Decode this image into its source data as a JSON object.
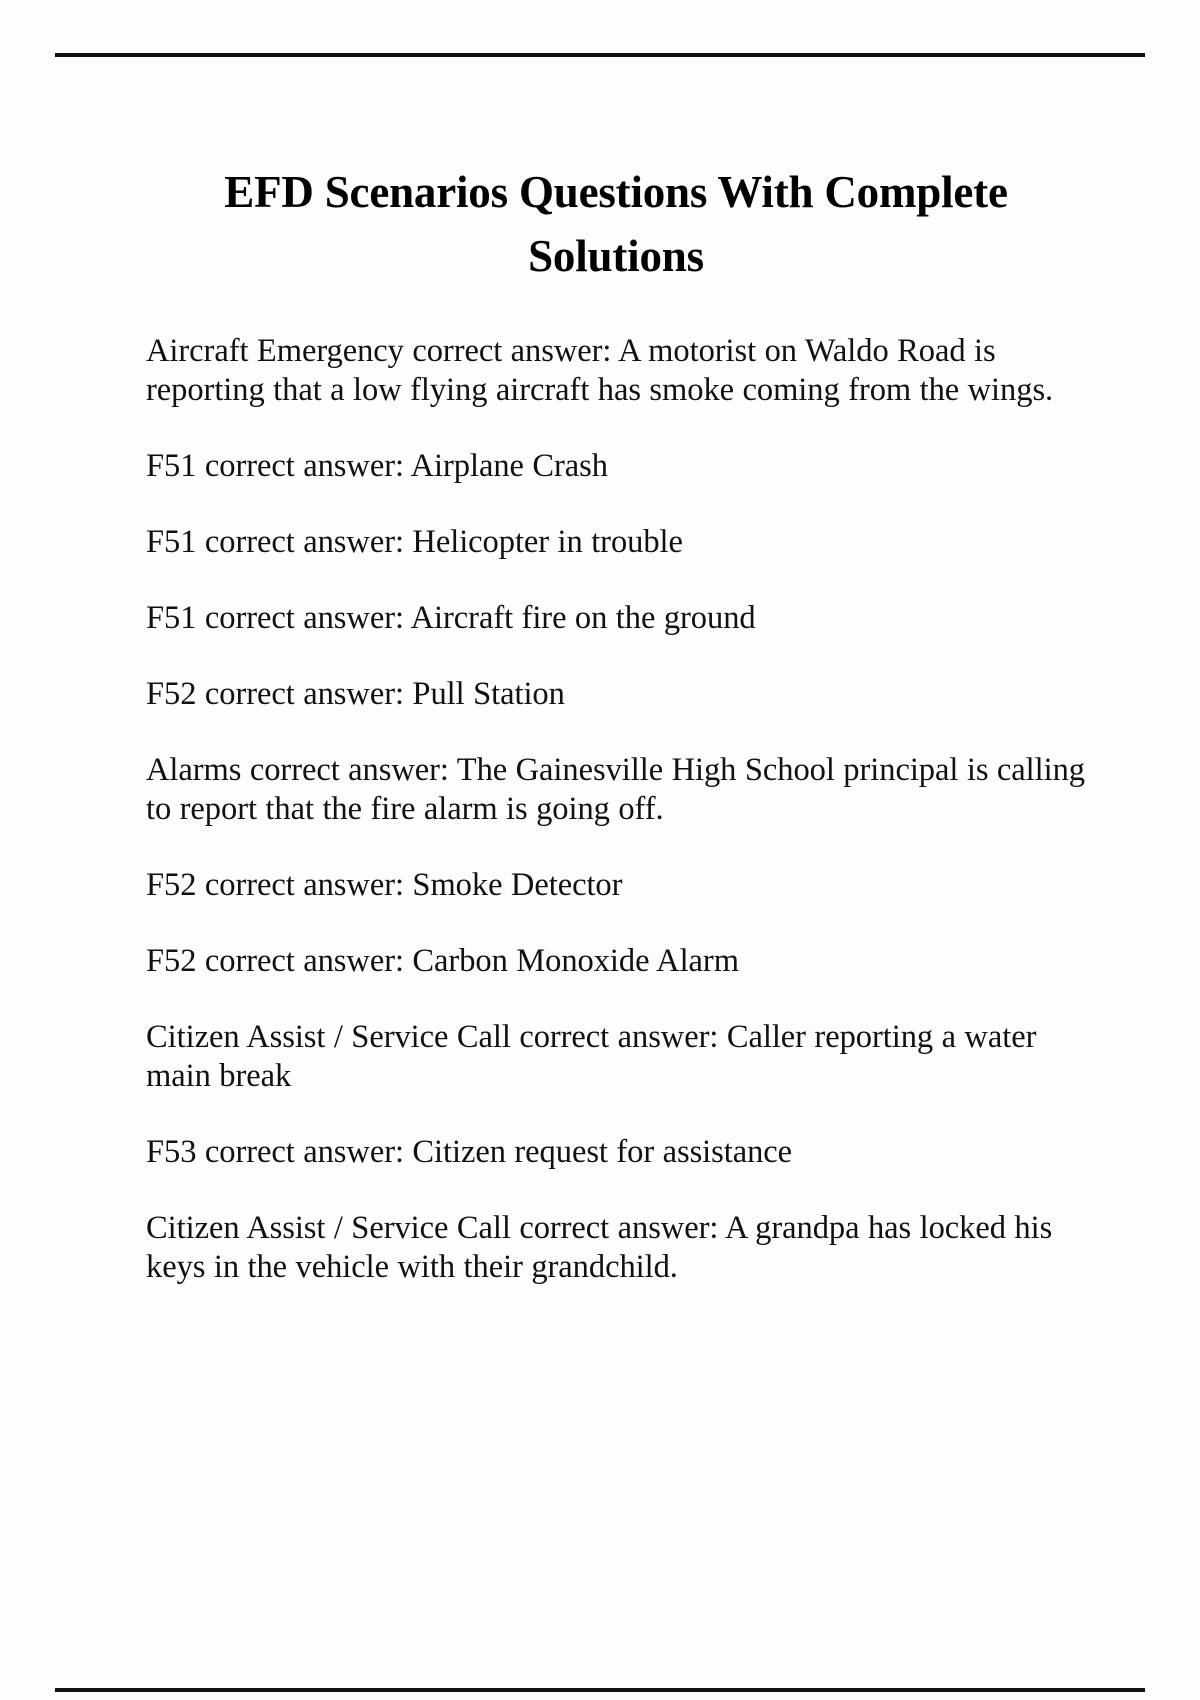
{
  "document": {
    "title_line1": "EFD Scenarios Questions With",
    "title_line2": "Complete Solutions",
    "title_full": "EFD Scenarios Questions With Complete Solutions",
    "background_color": "#fdfdfd",
    "text_color": "#111111",
    "rule_color": "#111111"
  },
  "rules": {
    "top_label": "header-rule",
    "bottom_label": "footer-rule"
  },
  "entries": [
    {
      "id": "aircraft-emergency",
      "text": "Aircraft Emergency correct answer:  A motorist on Waldo Road is reporting that a low flying aircraft has smoke coming from the wings."
    },
    {
      "id": "f51-airplane-crash",
      "text": "F51 correct answer:  Airplane Crash"
    },
    {
      "id": "f51-helicopter-in-trouble",
      "text": "F51 correct answer:  Helicopter in trouble"
    },
    {
      "id": "f51-aircraft-fire-ground",
      "text": "F51 correct answer:  Aircraft fire on the ground"
    },
    {
      "id": "f52-pull-station",
      "text": "F52 correct answer:  Pull Station"
    },
    {
      "id": "alarms-gainesville",
      "text": "Alarms correct answer:  The Gainesville High School principal is calling to report that the fire alarm is going off."
    },
    {
      "id": "f52-smoke-detector",
      "text": "F52 correct answer:  Smoke Detector"
    },
    {
      "id": "f52-carbon-monoxide-alarm",
      "text": "F52 correct answer:  Carbon Monoxide Alarm"
    },
    {
      "id": "citizen-assist-water-main",
      "text": "Citizen Assist / Service Call correct answer:  Caller reporting a water main break"
    },
    {
      "id": "f53-citizen-request",
      "text": "F53 correct answer:  Citizen request for assistance"
    },
    {
      "id": "citizen-assist-grandpa-keys",
      "text": "Citizen Assist / Service Call correct answer:  A grandpa has locked his keys in the vehicle with their grandchild."
    }
  ]
}
